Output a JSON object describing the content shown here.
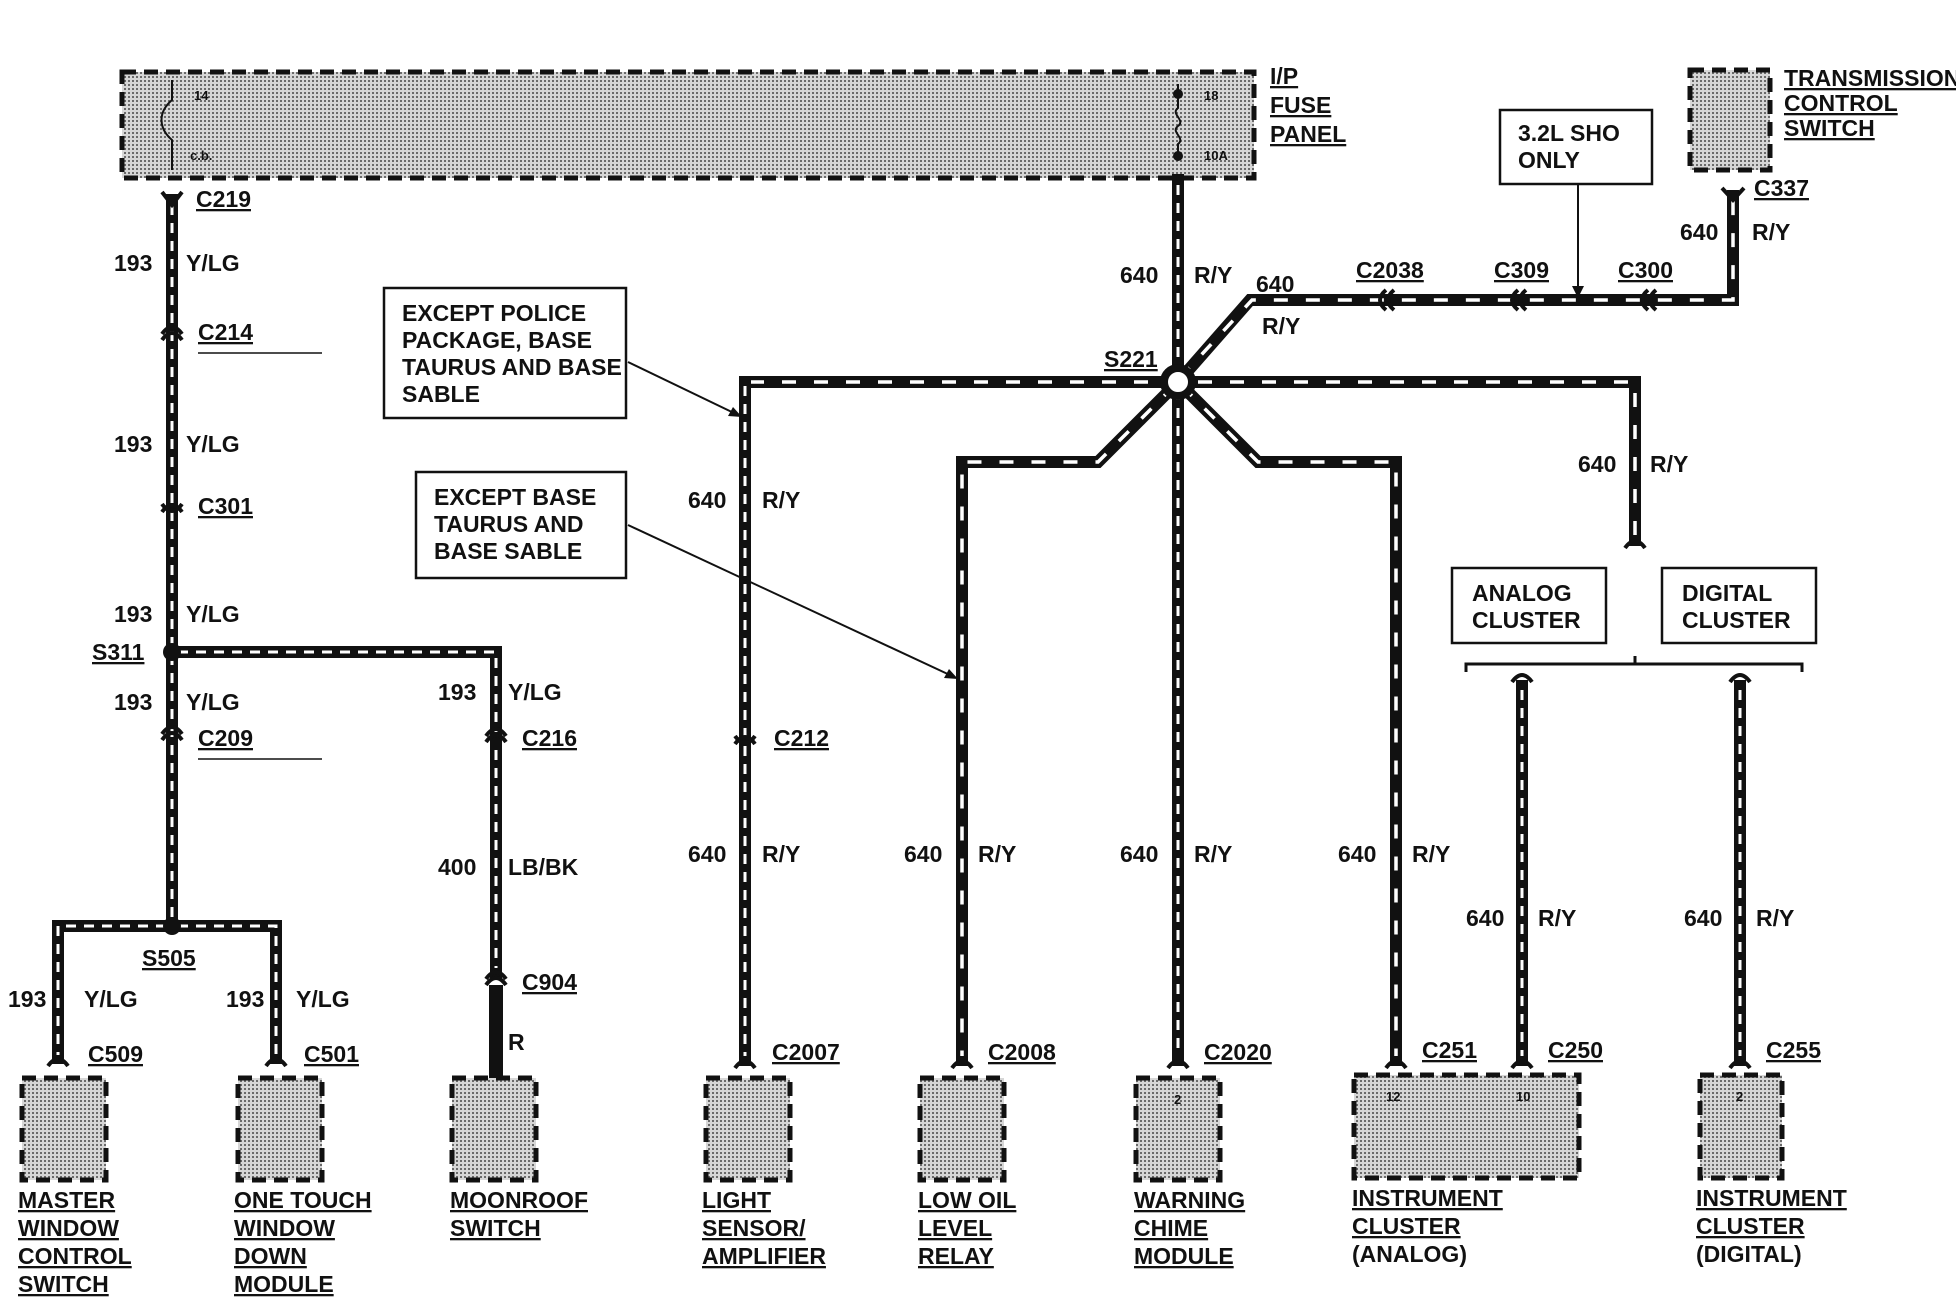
{
  "fuse_panel": {
    "label": [
      "I/P",
      "FUSE",
      "PANEL"
    ],
    "left_fuse_number": "14",
    "left_fuse_type": "c.b.",
    "right_fuse_number": "18",
    "right_fuse_rating": "10A"
  },
  "transmission_control_switch": {
    "label": [
      "TRANSMISSION",
      "CONTROL",
      "SWITCH"
    ]
  },
  "notes": {
    "sho_only": [
      "3.2L SHO",
      "ONLY"
    ],
    "except_police": [
      "EXCEPT POLICE",
      "PACKAGE, BASE",
      "TAURUS AND BASE",
      "SABLE"
    ],
    "except_base": [
      "EXCEPT BASE",
      "TAURUS AND",
      "BASE SABLE"
    ],
    "analog_cluster": [
      "ANALOG",
      "CLUSTER"
    ],
    "digital_cluster": [
      "DIGITAL",
      "CLUSTER"
    ]
  },
  "connectors": {
    "c219": "C219",
    "c214": "C214",
    "c301": "C301",
    "c209": "C209",
    "c216": "C216",
    "c904": "C904",
    "c509": "C509",
    "c501": "C501",
    "c337": "C337",
    "c2038": "C2038",
    "c309": "C309",
    "c300": "C300",
    "c212": "C212",
    "c2007": "C2007",
    "c2008": "C2008",
    "c2020": "C2020",
    "c251": "C251",
    "c250": "C250",
    "c255": "C255"
  },
  "splices": {
    "s311": "S311",
    "s505": "S505",
    "s221": "S221"
  },
  "circuits": {
    "c193": "193",
    "ylg": "Y/LG",
    "c400": "400",
    "lbbk": "LB/BK",
    "r": "R",
    "c640": "640",
    "ry": "R/Y"
  },
  "pins": {
    "chime_pin": "2",
    "cluster_pin_a": "12",
    "cluster_pin_b": "10",
    "digital_pin": "2"
  },
  "components": {
    "master_window": [
      "MASTER",
      "WINDOW",
      "CONTROL",
      "SWITCH"
    ],
    "one_touch": [
      "ONE TOUCH",
      "WINDOW",
      "DOWN",
      "MODULE"
    ],
    "moonroof": [
      "MOONROOF",
      "SWITCH"
    ],
    "light_sensor": [
      "LIGHT",
      "SENSOR/",
      "AMPLIFIER"
    ],
    "low_oil": [
      "LOW OIL",
      "LEVEL",
      "RELAY"
    ],
    "warning_chime": [
      "WARNING",
      "CHIME",
      "MODULE"
    ],
    "cluster_analog": [
      "INSTRUMENT",
      "CLUSTER",
      "(ANALOG)"
    ],
    "cluster_digital": [
      "INSTRUMENT",
      "CLUSTER",
      "(DIGITAL)"
    ]
  }
}
